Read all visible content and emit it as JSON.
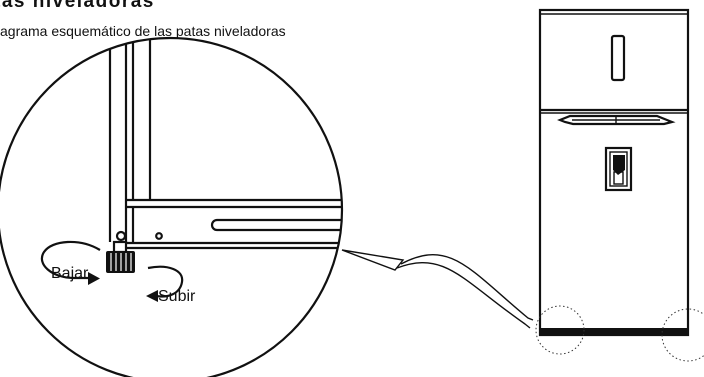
{
  "header": {
    "title": "tas niveladoras",
    "subtitle": "agrama esquemático de las patas niveladoras"
  },
  "labels": {
    "lower": "Bajar",
    "raise": "Subir"
  },
  "colors": {
    "line": "#111111",
    "background": "#ffffff"
  }
}
